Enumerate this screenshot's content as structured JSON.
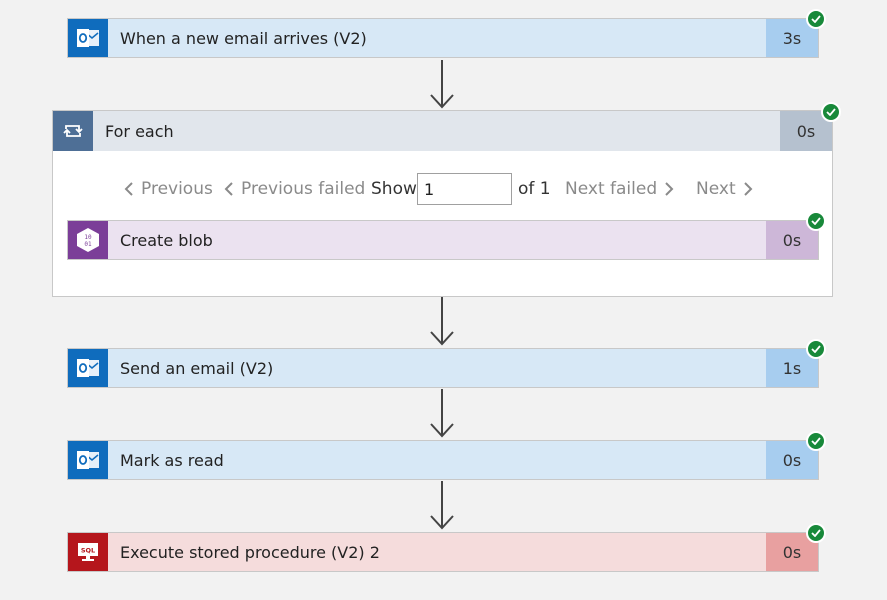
{
  "steps": {
    "trigger": {
      "title": "When a new email arrives (V2)",
      "duration": "3s"
    },
    "foreach": {
      "title": "For each",
      "duration": "0s"
    },
    "blob": {
      "title": "Create blob",
      "duration": "0s"
    },
    "send": {
      "title": "Send an email (V2)",
      "duration": "1s"
    },
    "mark": {
      "title": "Mark as read",
      "duration": "0s"
    },
    "sql": {
      "title": "Execute stored procedure (V2) 2",
      "duration": "0s"
    }
  },
  "pager": {
    "previous": "Previous",
    "previous_failed": "Previous failed",
    "show": "Show",
    "current": "1",
    "of_total": "of 1",
    "next_failed": "Next failed",
    "next": "Next"
  },
  "icons": {
    "outlook": "outlook-icon",
    "loop": "loop-icon",
    "blob": "blob-storage-icon",
    "sql": "sql-server-icon",
    "status": "success-check-icon"
  },
  "colors": {
    "outlook_accent": "#0f6cbd",
    "blob_accent": "#7b3e98",
    "sql_accent": "#b5161c",
    "foreach_accent": "#4e6f96",
    "success": "#18893a"
  }
}
